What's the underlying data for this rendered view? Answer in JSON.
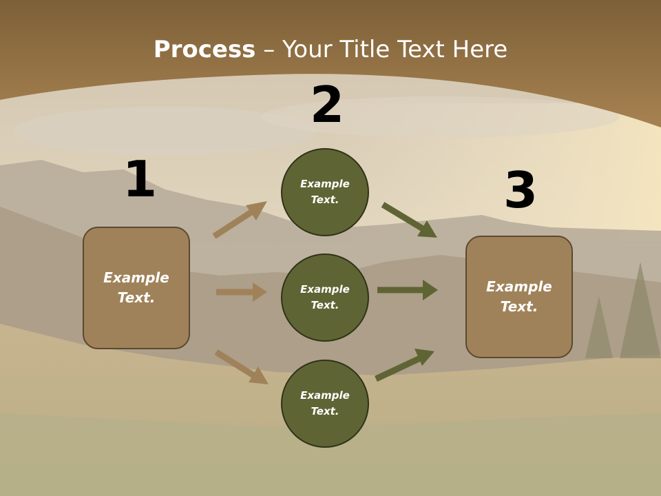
{
  "slide": {
    "title_bold": "Process",
    "title_rest": " – Your Title Text Here"
  },
  "steps": [
    {
      "number": "1",
      "boxes": [
        {
          "text": "Example Text."
        }
      ]
    },
    {
      "number": "2",
      "circles": [
        {
          "text": "Example Text."
        },
        {
          "text": "Example Text."
        },
        {
          "text": "Example Text."
        }
      ]
    },
    {
      "number": "3",
      "boxes": [
        {
          "text": "Example Text."
        }
      ]
    }
  ],
  "colors": {
    "header_brown": "#8c6b40",
    "box_fill": "#a0825a",
    "circle_fill": "#5f6434",
    "arrow_tan": "#a0825a",
    "arrow_olive": "#5f6434"
  }
}
